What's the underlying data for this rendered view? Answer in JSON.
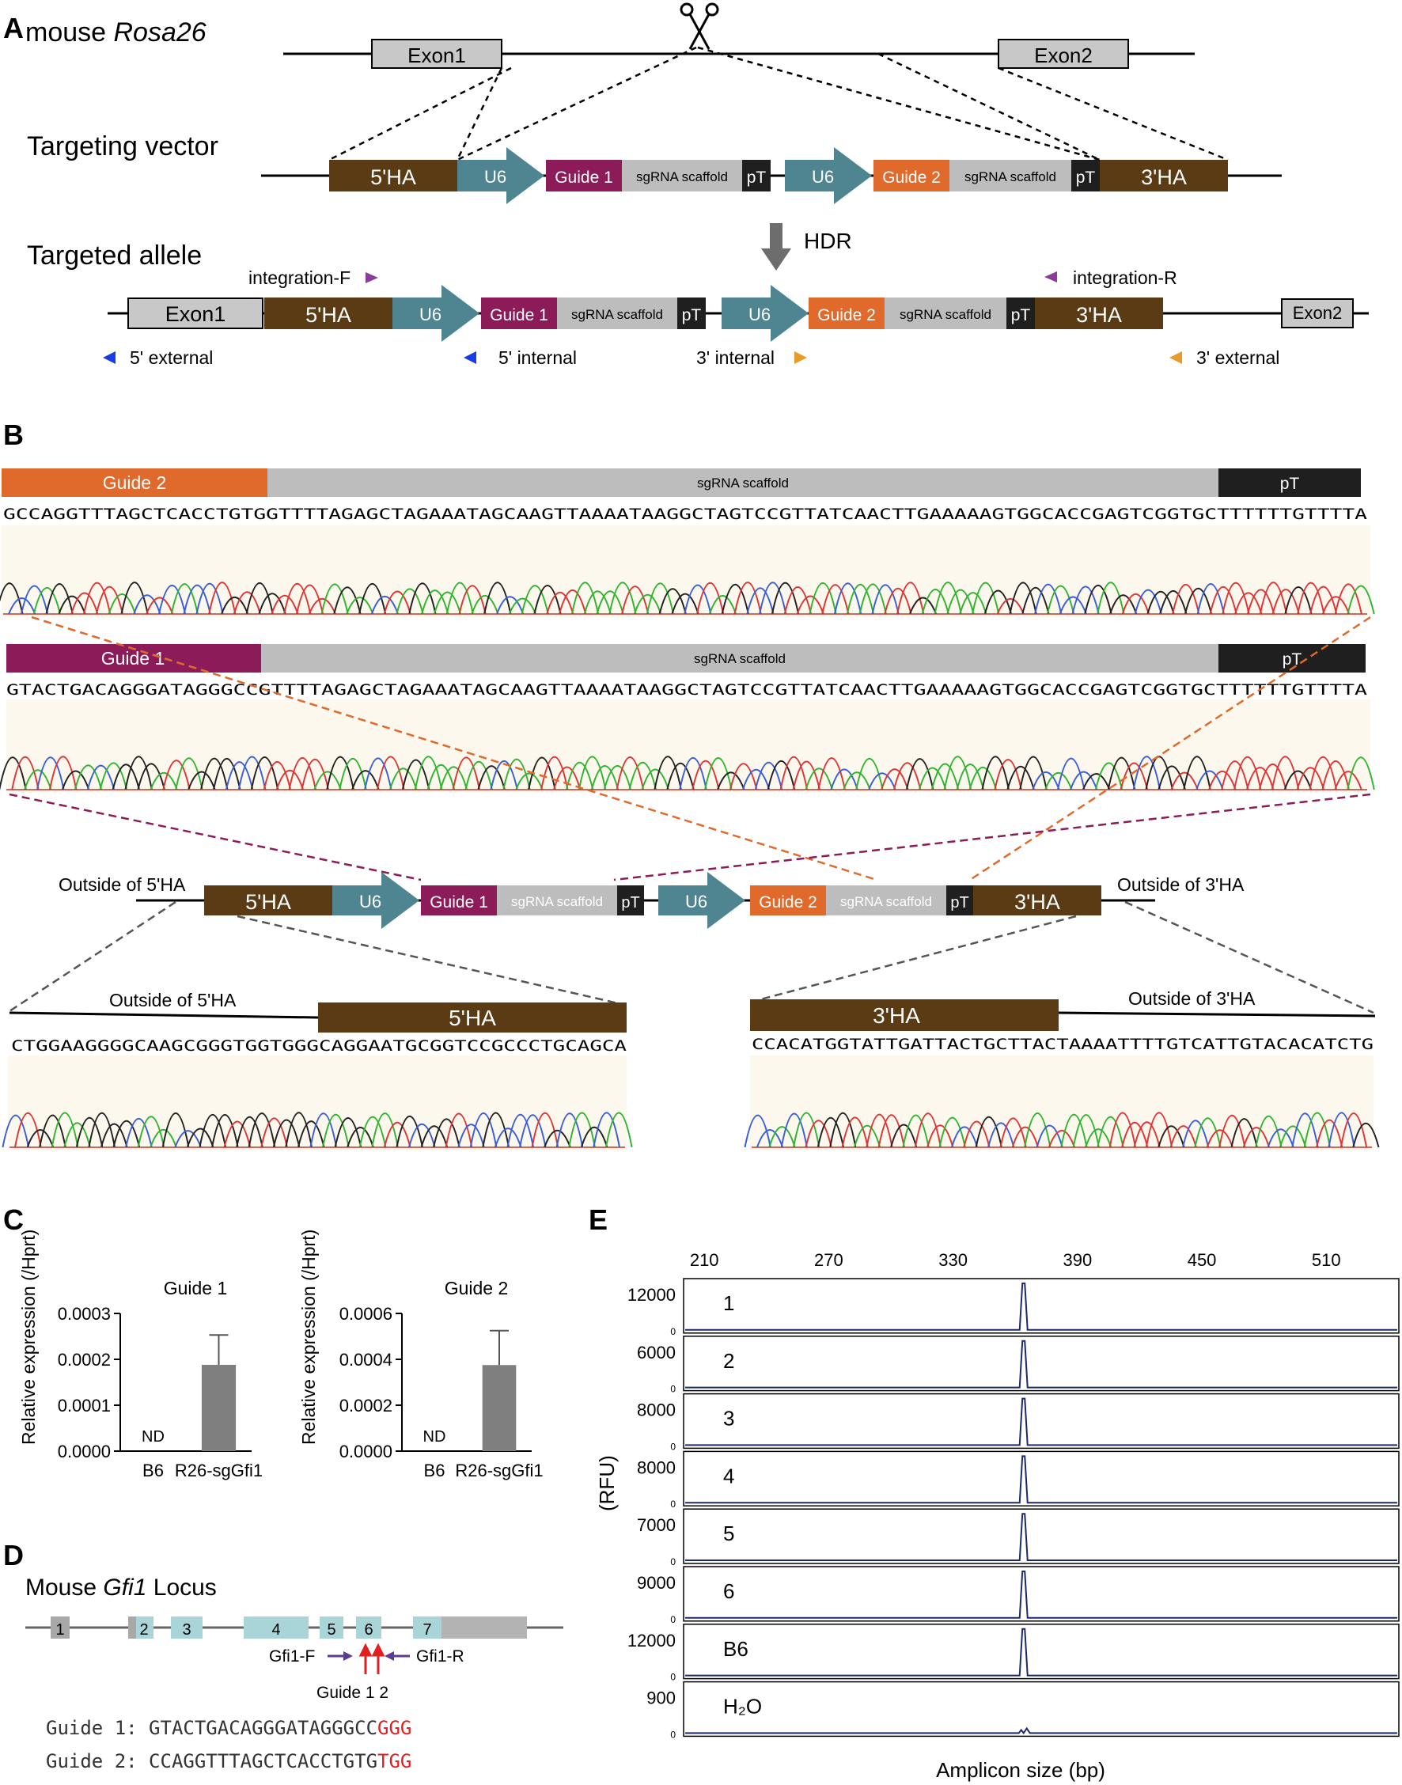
{
  "panels": {
    "A": {
      "letter": "A",
      "locus_prefix": "mouse ",
      "locus_gene": "Rosa26",
      "exon1": "Exon1",
      "exon2": "Exon2",
      "vector_label": "Targeting vector",
      "allele_label": "Targeted allele",
      "hdr": "HDR",
      "ha5": "5'HA",
      "ha3": "3'HA",
      "u6": "U6",
      "guide1": "Guide 1",
      "guide2": "Guide 2",
      "scaffold": "sgRNA scaffold",
      "pt": "pT",
      "primers": {
        "integration_f": "integration-F",
        "integration_r": "integration-R",
        "ext5": "5' external",
        "int5": "5' internal",
        "int3": "3' internal",
        "ext3": "3' external"
      }
    },
    "B": {
      "letter": "B",
      "guide2": "Guide 2",
      "guide1": "Guide 1",
      "scaffold": "sgRNA scaffold",
      "pt": "pT",
      "seq_guide2": "GCCAGGTTTAGCTCACCTGTGGTTTTAGAGCTAGAAATAGCAAGTTAAAATAAGGCTAGTCCGTTATCAACTTGAAAAAGTGGCACCGAGTCGGTGCTTTTTTGTTTTA",
      "seq_guide1": "GTACTGACAGGGATAGGGCCGTTTTAGAGCTAGAAATAGCAAGTTAAAATAAGGCTAGTCCGTTATCAACTTGAAAAAGTGGCACCGAGTCGGTGCTTTTTTGTTTTA",
      "outside5": "Outside of 5'HA",
      "outside3": "Outside of 3'HA",
      "ha5": "5'HA",
      "ha3": "3'HA",
      "u6": "U6",
      "seq_5ha": "CTGGAAGGGGCAAGCGGGTGGTGGGCAGGAATGCGGTCCGCCCTGCAGCA",
      "seq_3ha": "CCACATGGTATTGATTACTGCTTACTAAAATTTTGTCATTGTACACATCTG"
    },
    "C": {
      "letter": "C",
      "ylabel": "Relative expression (/Hprt)",
      "nd": "ND"
    },
    "D": {
      "letter": "D",
      "title_prefix": "Mouse ",
      "title_gene": "Gfi1",
      "title_suffix": " Locus",
      "exons": [
        "1",
        "2",
        "3",
        "4",
        "5",
        "6",
        "7"
      ],
      "gfi1_f": "Gfi1-F",
      "gfi1_r": "Gfi1-R",
      "guide_caption": "Guide 1 2",
      "guide1_label": "Guide 1:",
      "guide1_seq": "GTACTGACAGGGATAGGGCC",
      "guide1_pam": "GGG",
      "guide2_label": "Guide 2:",
      "guide2_seq": "CCAGGTTTAGCTCACCTGTG",
      "guide2_pam": "TGG"
    },
    "E": {
      "letter": "E",
      "xlabel": "Amplicon size (bp)",
      "ylabel": "(RFU)"
    }
  },
  "colors": {
    "homology_arm": "#5a3b14",
    "u6": "#4e8590",
    "guide1": "#8c1b5a",
    "guide2": "#e06a2c",
    "scaffold": "#bdbdbd",
    "pt": "#1f1f1f",
    "exon": "#c8c8c8",
    "gfi1_exon": "#a9d4d8",
    "bar": "#7f7f7f",
    "trace_peak": "#1b2a6b",
    "base_A": "#2fb52f",
    "base_C": "#3a5fd8",
    "base_G": "#222222",
    "base_T": "#e03535",
    "primer_purple": "#8a3c9a",
    "primer_blue": "#1a3ce6",
    "primer_orange": "#e89a2a",
    "pam_red": "#e02020"
  },
  "chart_data": [
    {
      "type": "bar",
      "title": "Guide 1",
      "ylabel": "Relative expression (/Hprt)",
      "categories": [
        "B6",
        "R26-sgGfi1"
      ],
      "values": [
        0,
        0.000188
      ],
      "errors": [
        0,
        6.5e-05
      ],
      "labels": [
        "ND",
        ""
      ],
      "ylim": [
        0,
        0.0003
      ],
      "yticks": [
        "0.0000",
        "0.0001",
        "0.0002",
        "0.0003"
      ]
    },
    {
      "type": "bar",
      "title": "Guide 2",
      "ylabel": "Relative expression (/Hprt)",
      "categories": [
        "B6",
        "R26-sgGfi1"
      ],
      "values": [
        0,
        0.000375
      ],
      "errors": [
        0,
        0.00015
      ],
      "labels": [
        "ND",
        ""
      ],
      "ylim": [
        0,
        0.0006
      ],
      "yticks": [
        "0.0000",
        "0.0002",
        "0.0004",
        "0.0006"
      ]
    },
    {
      "type": "line",
      "title": "",
      "xlabel": "Amplicon size (bp)",
      "ylabel": "(RFU)",
      "xlim": [
        200,
        545
      ],
      "xticks": [
        210,
        270,
        330,
        390,
        450,
        510
      ],
      "peak_bp": 364,
      "series": [
        {
          "name": "1",
          "ymax": 12000,
          "peak": 12000
        },
        {
          "name": "2",
          "ymax": 6000,
          "peak": 6000
        },
        {
          "name": "3",
          "ymax": 8000,
          "peak": 8000
        },
        {
          "name": "4",
          "ymax": 8000,
          "peak": 8000
        },
        {
          "name": "5",
          "ymax": 7000,
          "peak": 7000
        },
        {
          "name": "6",
          "ymax": 9000,
          "peak": 9000
        },
        {
          "name": "B6",
          "ymax": 12000,
          "peak": 12000
        },
        {
          "name": "H₂O",
          "ymax": 900,
          "peak": 0
        }
      ]
    }
  ]
}
